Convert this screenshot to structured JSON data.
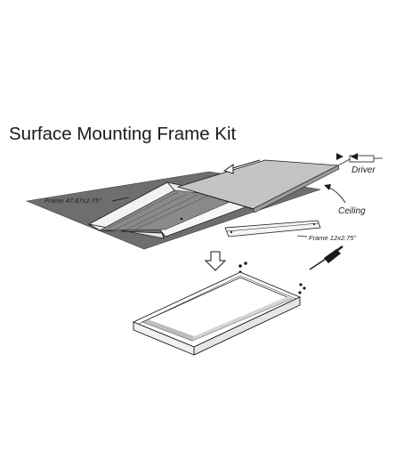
{
  "title": "Surface Mounting Frame Kit",
  "labels": {
    "driver": "Driver",
    "ceiling": "Ceiling",
    "frame_long": "Frame 47.87x2.75\"",
    "frame_short": "Frame 12x2.75\""
  },
  "colors": {
    "ceiling_fill": "#6e6e6e",
    "panel_fill": "#c4c4c4",
    "frame_fill": "#f2f2f2",
    "line": "#1a1a1a",
    "background": "#ffffff"
  },
  "icons": {
    "driver": "power-driver-icon",
    "screwdriver": "screwdriver-icon",
    "step_arrow": "down-arrow-icon",
    "slide_arrow": "left-arrow-icon"
  }
}
